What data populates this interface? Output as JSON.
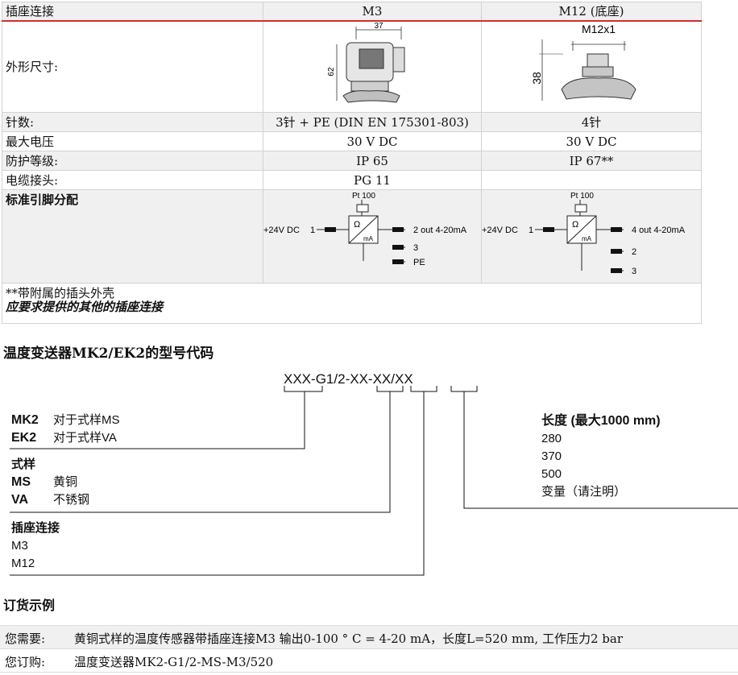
{
  "spec_table": {
    "header": {
      "label": "插座连接",
      "col_m3": "M3",
      "col_m12": "M12 (底座)"
    },
    "rows": [
      {
        "label": "外形尺寸:"
      },
      {
        "label": "针数:",
        "m3": "3针 + PE (DIN EN 175301-803)",
        "m12": "4针"
      },
      {
        "label": "最大电压",
        "m3": "30 V DC",
        "m12": "30 V DC"
      },
      {
        "label": "防护等级:",
        "m3": "IP 65",
        "m12": "IP 67**"
      },
      {
        "label": "电缆接头:",
        "m3": "PG 11",
        "m12": ""
      },
      {
        "label": "标准引脚分配"
      }
    ],
    "dim_m3": {
      "width": "37",
      "height": "62"
    },
    "dim_m12": {
      "thread": "M12x1",
      "height": "38"
    },
    "pin_m3": {
      "sensor": "Pt 100",
      "ohm": "Ω",
      "ma": "mA",
      "supply": "+24V DC",
      "pin1": "1",
      "out": "2  out 4-20mA",
      "pin3": "3",
      "pe": "PE"
    },
    "pin_m12": {
      "sensor": "Pt 100",
      "ohm": "Ω",
      "ma": "mA",
      "supply": "+24V DC",
      "pin1": "1",
      "out": "4  out 4-20mA",
      "pin2": "2",
      "pin3": "3"
    },
    "note1": "**带附属的插头外壳",
    "note2": "应要求提供的其他的插座连接"
  },
  "type_code": {
    "title": "温度变送器MK2/EK2的型号代码",
    "code": [
      "XXX",
      "-",
      "G1/2",
      "-",
      "XX",
      "-",
      "XX",
      "/",
      "XX"
    ],
    "model": {
      "rows": [
        {
          "code": "MK2",
          "desc": "对于式样MS"
        },
        {
          "code": "EK2",
          "desc": "对于式样VA"
        }
      ]
    },
    "style": {
      "title": "式样",
      "rows": [
        {
          "code": "MS",
          "desc": "黄铜"
        },
        {
          "code": "VA",
          "desc": "不锈钢"
        }
      ]
    },
    "connection": {
      "title": "插座连接",
      "items": [
        "M3",
        "M12"
      ]
    },
    "length": {
      "title": "长度 (最大1000 mm)",
      "items": [
        "280",
        "370",
        "500",
        "变量（请注明）"
      ]
    }
  },
  "order": {
    "title": "订货示例",
    "need_label": "您需要:",
    "need_text": "黄铜式样的温度传感器带插座连接M3 输出0-100  ° C = 4-20  mA，长度L=520 mm, 工作压力2 bar",
    "order_label": "您订购:",
    "order_text": "温度变送器MK2-G1/2-MS-M3/520"
  }
}
